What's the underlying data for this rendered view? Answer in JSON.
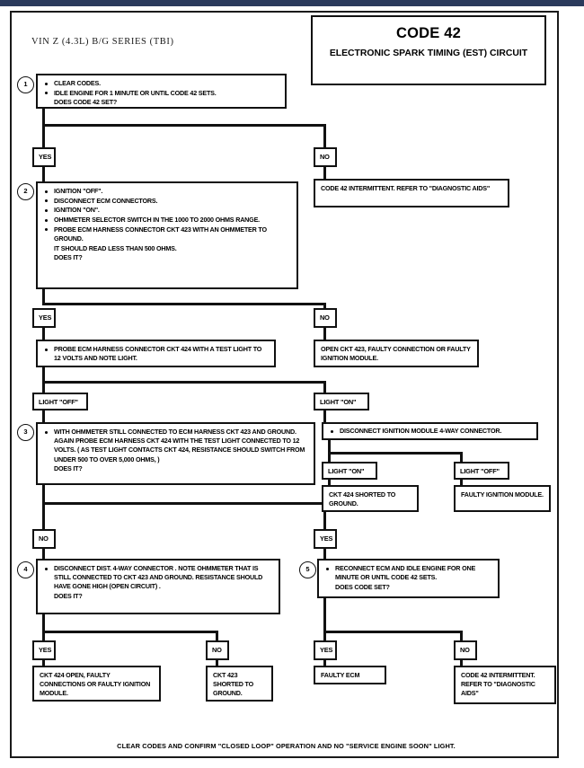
{
  "page": {
    "header_label": "VIN Z (4.3L) B/G SERIES (TBI)",
    "footer_note": "CLEAR CODES AND CONFIRM \"CLOSED LOOP\" OPERATION AND NO \"SERVICE ENGINE SOON\" LIGHT.",
    "frame_color": "#1a1a1a",
    "strip_color": "#2b3a5c"
  },
  "title": {
    "code": "CODE 42",
    "subtitle": "ELECTRONIC SPARK TIMING (EST) CIRCUIT"
  },
  "steps": {
    "s1": {
      "number": "1",
      "lines": [
        "CLEAR CODES.",
        "IDLE ENGINE FOR 1 MINUTE OR UNTIL CODE 42 SETS.",
        "DOES CODE 42 SET?"
      ]
    },
    "s2": {
      "number": "2",
      "lines": [
        "IGNITION \"OFF\".",
        "DISCONNECT ECM CONNECTORS.",
        "IGNITION \"ON\".",
        "OHMMETER SELECTOR SWITCH IN THE 1000 TO 2000 OHMS RANGE.",
        "PROBE ECM HARNESS CONNECTOR CKT 423 WITH AN OHMMETER TO GROUND.",
        "IT SHOULD READ LESS THAN 500 OHMS.",
        "DOES IT?"
      ]
    },
    "s2b": {
      "lines": [
        "PROBE ECM HARNESS CONNECTOR CKT 424 WITH A TEST LIGHT TO 12  VOLTS AND NOTE LIGHT."
      ]
    },
    "s3": {
      "number": "3",
      "lines": [
        "WITH OHMMETER STILL CONNECTED TO ECM HARNESS CKT 423 AND GROUND.  AGAIN PROBE ECM HARNESS CKT 424 WITH THE TEST LIGHT CONNECTED TO 12 VOLTS.  ( AS TEST LIGHT CONTACTS CKT 424, RESISTANCE SHOULD SWITCH FROM UNDER 500 TO OVER 5,000 OHMS, )",
        "DOES IT?"
      ]
    },
    "s3b": {
      "lines": [
        "DISCONNECT IGNITION MODULE 4-WAY CONNECTOR."
      ]
    },
    "s4": {
      "number": "4",
      "lines": [
        "DISCONNECT DIST. 4-WAY CONNECTOR .  NOTE OHMMETER THAT IS STILL CONNECTED TO CKT 423  AND GROUND. RESISTANCE SHOULD HAVE GONE HIGH (OPEN CIRCUIT) .",
        "DOES IT?"
      ]
    },
    "s5": {
      "number": "5",
      "lines": [
        "RECONNECT ECM AND IDLE ENGINE FOR ONE MINUTE OR UNTIL CODE 42 SETS.",
        "DOES CODE SET?"
      ]
    }
  },
  "answers": {
    "a1_yes": "YES",
    "a1_no": "NO",
    "a2_yes": "YES",
    "a2_no": "NO",
    "a3_light_off": "LIGHT \"OFF\"",
    "a3_light_on": "LIGHT \"ON\"",
    "a3b_light_on": "LIGHT \"ON\"",
    "a3b_light_off": "LIGHT \"OFF\"",
    "a4_no": "NO",
    "a4_yes": "YES",
    "a5_yes": "YES",
    "a5_no": "NO",
    "a6_yes": "YES",
    "a6_no": "NO"
  },
  "results": {
    "r_code42_intermittent_top": "CODE 42 INTERMITTENT.  REFER TO \"DIAGNOSTIC AIDS\"",
    "r_open_ckt423": "OPEN CKT 423, FAULTY CONNECTION OR FAULTY IGNITION MODULE.",
    "r_ckt424_shorted": "CKT 424 SHORTED TO GROUND.",
    "r_faulty_ignition_module": "FAULTY IGNITION MODULE.",
    "r_ckt424_open": "CKT 424 OPEN, FAULTY CONNECTIONS OR FAULTY IGNITION MODULE.",
    "r_ckt423_shorted": "CKT 423 SHORTED TO GROUND.",
    "r_faulty_ecm": "FAULTY ECM",
    "r_code42_intermittent_bottom": "CODE 42 INTERMITTENT. REFER TO \"DIAGNOSTIC AIDS\""
  }
}
